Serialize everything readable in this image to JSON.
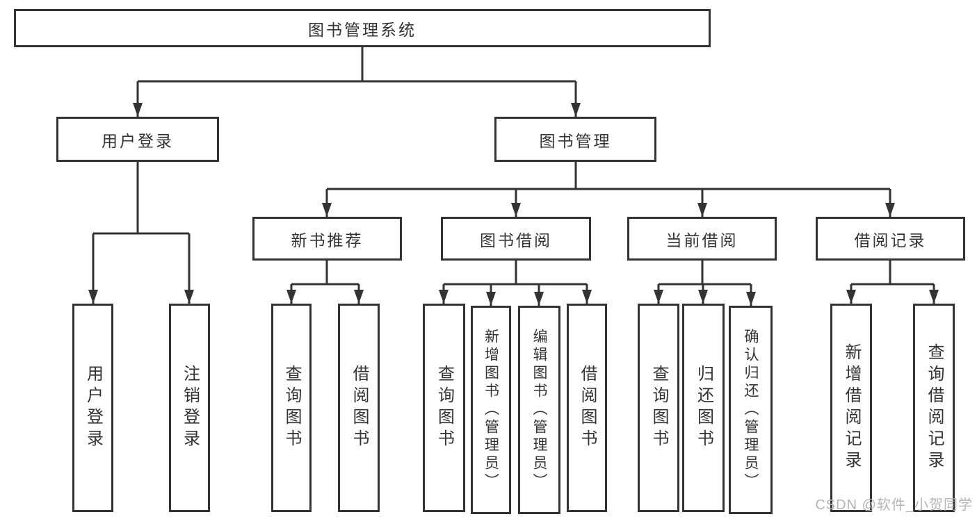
{
  "watermark": "CSDN @软件_小贺同学",
  "colors": {
    "line": "#333333",
    "text": "#333333",
    "background": "#ffffff",
    "watermark": "#b5b5b5"
  },
  "tree": {
    "label": "图书管理系统",
    "children": [
      {
        "label": "用户登录",
        "children": [
          {
            "label": "用户登录"
          },
          {
            "label": "注销登录"
          }
        ]
      },
      {
        "label": "图书管理",
        "children": [
          {
            "label": "新书推荐",
            "children": [
              {
                "label": "查询图书"
              },
              {
                "label": "借阅图书"
              }
            ]
          },
          {
            "label": "图书借阅",
            "children": [
              {
                "label": "查询图书"
              },
              {
                "label": "新增图书（管理员）"
              },
              {
                "label": "编辑图书（管理员）"
              },
              {
                "label": "借阅图书"
              }
            ]
          },
          {
            "label": "当前借阅",
            "children": [
              {
                "label": "查询图书"
              },
              {
                "label": "归还图书"
              },
              {
                "label": "确认归还（管理员）"
              }
            ]
          },
          {
            "label": "借阅记录",
            "children": [
              {
                "label": "新增借阅记录"
              },
              {
                "label": "查询借阅记录"
              }
            ]
          }
        ]
      }
    ]
  }
}
